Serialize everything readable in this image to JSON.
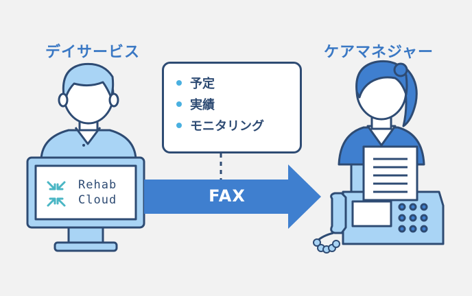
{
  "left_label": "デイサービス",
  "right_label": "ケアマネジャー",
  "bubble_items": [
    "予定",
    "実績",
    "モニタリング"
  ],
  "arrow_label": "FAX",
  "logo": {
    "line1": "Rehab",
    "line2": "Cloud"
  },
  "colors": {
    "accent": "#3a78c4",
    "outline": "#2e4b73",
    "light_blue": "#a9d4f5",
    "arrow": "#3f7fcf",
    "teal": "#4ab6c4"
  }
}
